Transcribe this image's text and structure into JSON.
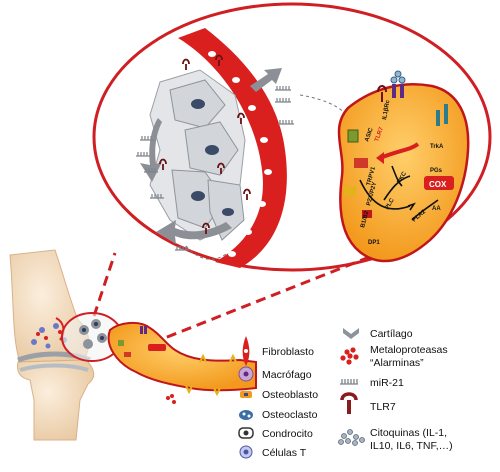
{
  "figure": {
    "zoom_labels": {
      "receptor_1": "IL1βRc",
      "receptor_2": "ASIC",
      "receptor_3": "TLR7",
      "receptor_4": "TrkA",
      "channel_1": "TRPV1",
      "receptor_5": "B1/B2",
      "receptor_6": "P2X/P2Y",
      "receptor_7": "DP1",
      "enzyme_1": "PKC",
      "enzyme_2": "PLC",
      "enzyme_3": "PLA2",
      "mediator_1": "PGs",
      "mediator_2": "COX",
      "mediator_3": "AA"
    },
    "legend_left": [
      {
        "label": "Fibroblasto",
        "icon": "fibroblast-icon"
      },
      {
        "label": "Macrófago",
        "icon": "macrophage-icon"
      },
      {
        "label": "Osteoblasto",
        "icon": "osteoblast-icon"
      },
      {
        "label": "Osteoclasto",
        "icon": "osteoclast-icon"
      },
      {
        "label": "Condrocito",
        "icon": "chondrocyte-icon"
      },
      {
        "label": "Células T",
        "icon": "t-cell-icon"
      }
    ],
    "legend_right": [
      {
        "label": "Cartílago",
        "icon": "cartilage-icon"
      },
      {
        "label": "Metaloproteasas",
        "icon": "metalloprotease-icon"
      },
      {
        "label": "“Alarminas”",
        "icon": ""
      },
      {
        "label": "miR-21",
        "icon": "mir21-icon"
      },
      {
        "label": "TLR7",
        "icon": "tlr7-icon"
      },
      {
        "label": "Citoquinas (IL-1,",
        "icon": "cytokine-icon"
      },
      {
        "label": "IL10, IL6, TNF,…)",
        "icon": ""
      }
    ],
    "colors": {
      "neuron_fill": "#f5a623",
      "neuron_stroke": "#c0161b",
      "vessel_red": "#d9201f",
      "cartilage_grey": "#c9ccd0",
      "dashed_red": "#cf1f23",
      "bone_beige": "#f2d9b8"
    }
  }
}
